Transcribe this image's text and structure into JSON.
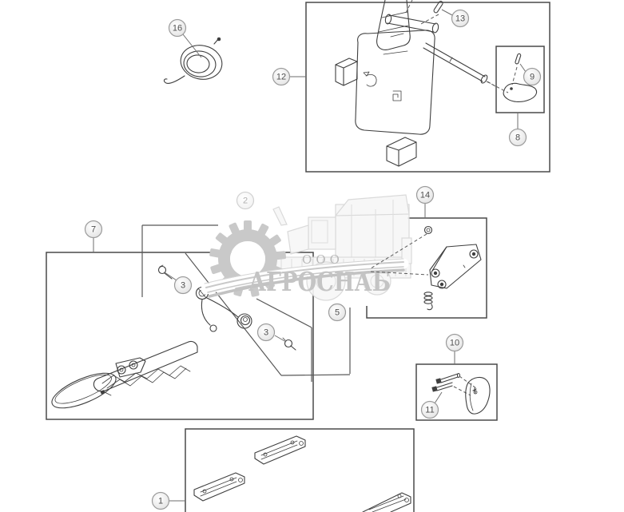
{
  "page": {
    "background_color": "#ffffff",
    "line_color": "#3f3f3f",
    "box_border_color": "#4a4a4a",
    "callout_fill_color": "#efefef",
    "callout_border_color": "#9b9b9b",
    "callout_text_color": "#4f4f4f",
    "watermark_gray": "#c9c9c9"
  },
  "watermark": {
    "org_prefix": "ООО",
    "org_name": "АГРОСНАБ",
    "logo": "gear-and-swoosh-with-combine-harvester"
  },
  "callouts": {
    "item1": "1",
    "item2": "2",
    "item3a": "3",
    "item3b": "3",
    "item5": "5",
    "item7": "7",
    "item8": "8",
    "item9": "9",
    "item10": "10",
    "item11": "11",
    "item12": "12",
    "item13": "13",
    "item14": "14",
    "item16": "16"
  }
}
